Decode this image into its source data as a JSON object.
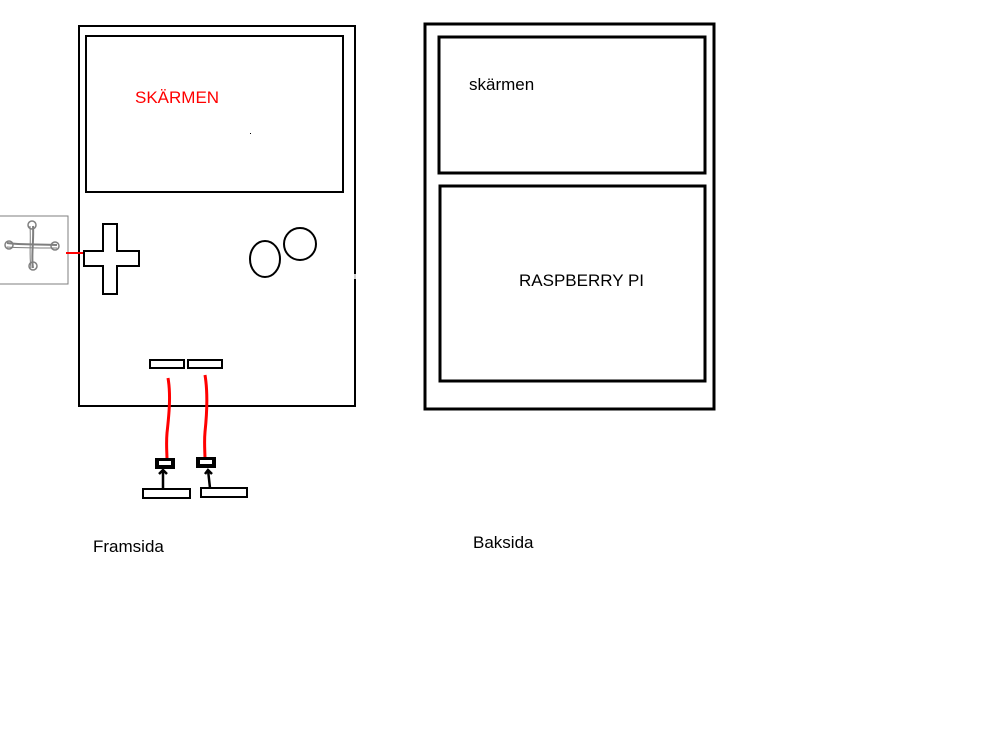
{
  "colors": {
    "ink": "#000000",
    "accent_red": "#ff0000",
    "background": "#ffffff",
    "sketch_gray": "#7f7f7f"
  },
  "front": {
    "screen_label": "SKÄRMEN",
    "caption": "Framsida"
  },
  "back": {
    "screen_label": "skärmen",
    "rpi_label": "RASPBERRY PI",
    "caption": "Baksida"
  }
}
